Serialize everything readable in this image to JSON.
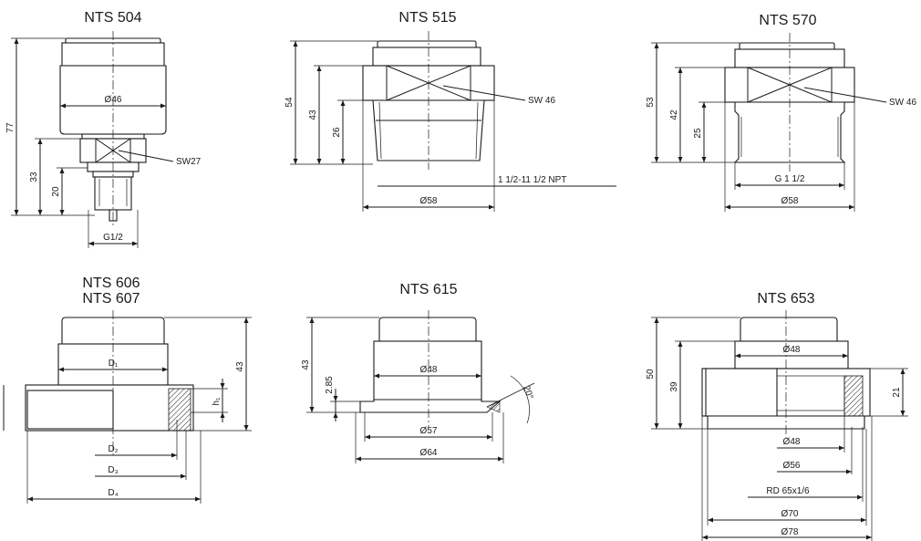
{
  "nts504": {
    "title": "NTS 504",
    "dia_body": "Ø46",
    "wrench": "SW27",
    "h_total": "77",
    "h_33": "33",
    "h_20": "20",
    "thread": "G1/2"
  },
  "nts515": {
    "title": "NTS 515",
    "wrench": "SW 46",
    "h_total": "54",
    "h_43": "43",
    "h_26": "26",
    "thread": "1 1/2-11 1/2 NPT",
    "dia": "Ø58"
  },
  "nts570": {
    "title": "NTS 570",
    "wrench": "SW 46",
    "h_total": "53",
    "h_42": "42",
    "h_25": "25",
    "thread": "G 1 1/2",
    "dia": "Ø58"
  },
  "nts606": {
    "title_a": "NTS 606",
    "title_b": "NTS 607",
    "d1": "D₁",
    "d2": "D₂",
    "d3": "D₃",
    "d4": "D₄",
    "h1": "h₁",
    "h_total": "43"
  },
  "nts615": {
    "title": "NTS 615",
    "h_total": "43",
    "h_285": "2.85",
    "dia_48": "Ø48",
    "dia_57": "Ø57",
    "dia_64": "Ø64",
    "angle": "20°"
  },
  "nts653": {
    "title": "NTS 653",
    "h_50": "50",
    "h_39": "39",
    "h_21": "21",
    "dia_48_top": "Ø48",
    "dia_48": "Ø48",
    "dia_56": "Ø56",
    "thread": "RD 65x1/6",
    "dia_70": "Ø70",
    "dia_78": "Ø78"
  }
}
